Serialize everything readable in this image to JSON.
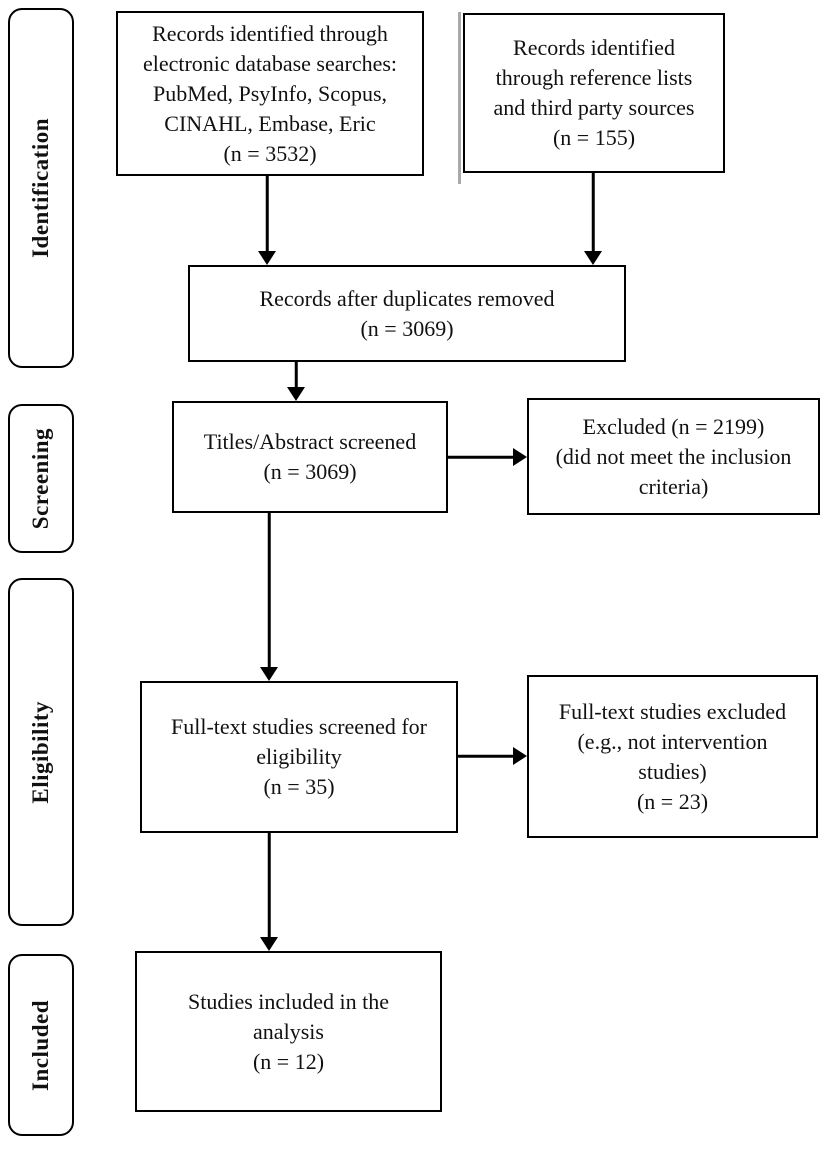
{
  "figure": {
    "type": "prisma-flow-diagram",
    "stages": [
      {
        "id": "identification",
        "label": "Identification"
      },
      {
        "id": "screening",
        "label": "Screening"
      },
      {
        "id": "eligibility",
        "label": "Eligibility"
      },
      {
        "id": "included",
        "label": "Included"
      }
    ],
    "boxes": {
      "database_records": {
        "n": 3532,
        "lines": [
          "Records identified through",
          "electronic database searches:",
          "PubMed, PsyInfo, Scopus,",
          "CINAHL, Embase, Eric",
          "(n = 3532)"
        ]
      },
      "reference_records": {
        "n": 155,
        "lines": [
          "Records identified",
          "through reference lists",
          "and third party sources",
          "(n = 155)"
        ]
      },
      "after_duplicates": {
        "n": 3069,
        "lines": [
          "Records after duplicates removed",
          "(n = 3069)"
        ]
      },
      "titles_screened": {
        "n": 3069,
        "lines": [
          "Titles/Abstract screened",
          "(n = 3069)"
        ]
      },
      "excluded_screening": {
        "n": 2199,
        "lines": [
          "Excluded (n = 2199)",
          "(did not meet the inclusion",
          "criteria)"
        ]
      },
      "fulltext_screened": {
        "n": 35,
        "lines": [
          "Full-text studies screened for",
          "eligibility",
          "(n = 35)"
        ]
      },
      "fulltext_excluded": {
        "n": 23,
        "lines": [
          "Full-text studies excluded",
          "(e.g., not intervention",
          "studies)",
          "(n = 23)"
        ]
      },
      "included_studies": {
        "n": 12,
        "lines": [
          "Studies included in the",
          "analysis",
          "(n = 12)"
        ]
      }
    },
    "edges": [
      {
        "from": "database_records",
        "to": "after_duplicates"
      },
      {
        "from": "reference_records",
        "to": "after_duplicates"
      },
      {
        "from": "after_duplicates",
        "to": "titles_screened"
      },
      {
        "from": "titles_screened",
        "to": "excluded_screening"
      },
      {
        "from": "titles_screened",
        "to": "fulltext_screened"
      },
      {
        "from": "fulltext_screened",
        "to": "fulltext_excluded"
      },
      {
        "from": "fulltext_screened",
        "to": "included_studies"
      }
    ],
    "colors": {
      "box_border": "#000000",
      "box_fill": "#ffffff",
      "text": "#111111",
      "arrow": "#000000",
      "artifact_gray": "#a9a9a9"
    }
  }
}
